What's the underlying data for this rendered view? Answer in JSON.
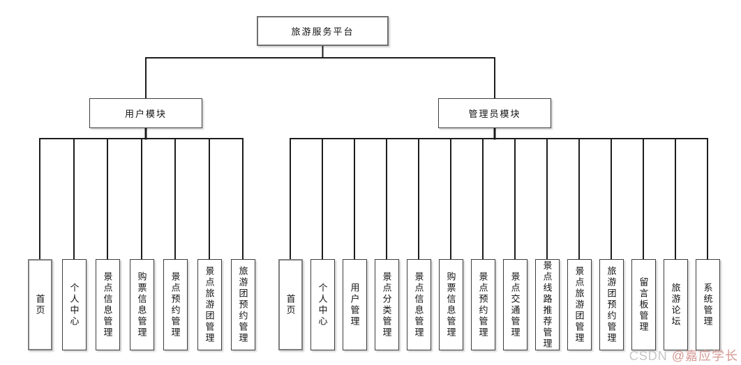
{
  "diagram": {
    "root": {
      "label": "旅游服务平台"
    },
    "modules": [
      {
        "id": "user",
        "label": "用户模块",
        "children": [
          "首页",
          "个人中心",
          "景点信息管理",
          "购票信息管理",
          "景点预约管理",
          "景点旅游团管理",
          "旅游团预约管理"
        ]
      },
      {
        "id": "admin",
        "label": "管理员模块",
        "children": [
          "首页",
          "个人中心",
          "用户管理",
          "景点分类管理",
          "景点信息管理",
          "购票信息管理",
          "景点预约管理",
          "景点交通管理",
          "景点线路推荐管理",
          "景点旅游团管理",
          "旅游团预约管理",
          "留言板管理",
          "旅游论坛",
          "系统管理"
        ]
      }
    ],
    "colors": {
      "line": "#1c1c1c",
      "box_border": "#3d3d3d",
      "text": "#111111",
      "background": "#ffffff"
    }
  },
  "watermark": {
    "prefix": "CSDN ",
    "handle": "@嘉应学长",
    "prefix_color": "#c7c7c7",
    "handle_color": "#d49a94"
  }
}
